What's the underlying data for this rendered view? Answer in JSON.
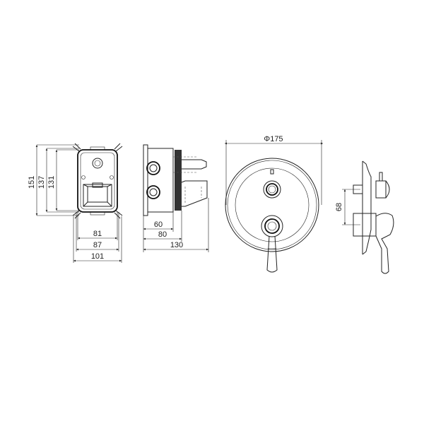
{
  "drawing": {
    "front_view": {
      "height_dims": [
        "151",
        "137",
        "131"
      ],
      "width_dims": [
        "81",
        "87",
        "101"
      ]
    },
    "side_view": {
      "depth_dims": [
        "60",
        "80",
        "130"
      ]
    },
    "trim_plate": {
      "diameter": "Φ175"
    },
    "trim_side": {
      "spacing": "68"
    },
    "line_color": "#222222"
  }
}
